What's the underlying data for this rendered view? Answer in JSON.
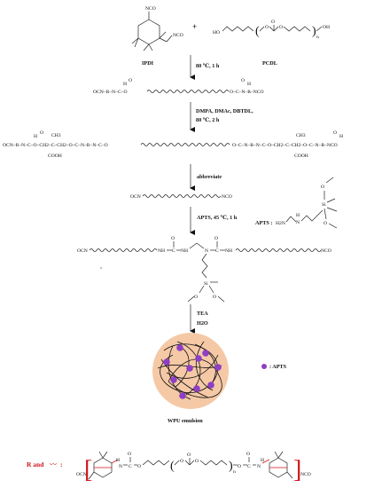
{
  "reactants": {
    "ipdi": {
      "label": "IPDI",
      "group1": "NCO",
      "group2": "NCO"
    },
    "plus": "+",
    "pcdl": {
      "label": "PCDL",
      "ho": "HO",
      "oh": "OH",
      "n": "n"
    }
  },
  "steps": [
    {
      "condition": "80 ℃, 1 h"
    },
    {
      "condition": "DMPA, DMAc, DBTDL,",
      "condition2": "80 ℃, 2 h"
    },
    {
      "condition": "abbreviate"
    },
    {
      "condition": "APTS, 45 ℃, 1 h"
    },
    {
      "condition": "TEA",
      "condition2": "H2O"
    }
  ],
  "prepolymer": {
    "left_end": "OCN–R–N–C–O",
    "right_end": "O–C–N–R–NCO",
    "h": "H",
    "o": "O"
  },
  "extended": {
    "left": "OCN–R–N–C–O–CH2–C–CH2–O–C–N–R–N–C–O",
    "right": "O–C–N–R–N–C–O–CH2–C–CH2–O–C–N–R–NCO",
    "ch3": "CH3",
    "cooh": "COOH",
    "h": "H",
    "o": "O"
  },
  "abbrev": {
    "ocn": "OCN",
    "nco": "NCO"
  },
  "apts": {
    "label": "APTS :",
    "h2n": "H2N",
    "nh": "H",
    "n": "N",
    "si": "Si",
    "o": "O"
  },
  "silane_product": {
    "ocn": "OCN",
    "nh1": "NH",
    "nco": "NCO",
    "n": "N",
    "nh2": "NH",
    "si": "Si",
    "o": "O",
    "c": "C"
  },
  "emulsion": {
    "label": "WPU emulsion",
    "legend": ": APTS"
  },
  "definition": {
    "label": "R and",
    "wave_symbol": "〰",
    "colon": ":",
    "ocn": "OCN",
    "nco": "NCO",
    "h": "H",
    "n": "N",
    "c": "C",
    "o": "O",
    "idx": "n"
  },
  "colors": {
    "emulsion_fill": "#f5c9a6",
    "apts_dot": "#8e3fc4",
    "definition_red": "#d0141b"
  }
}
